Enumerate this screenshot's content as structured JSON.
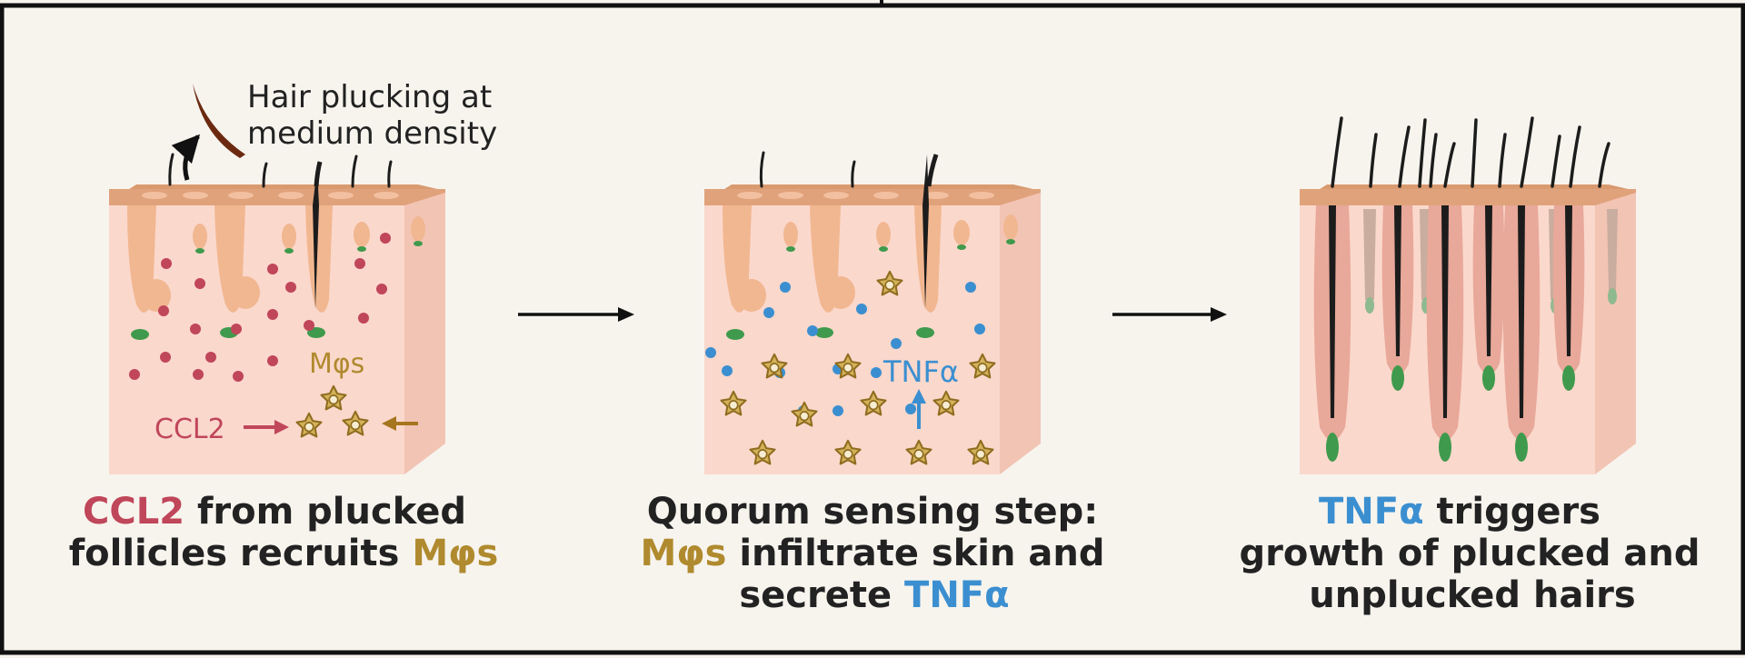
{
  "colors": {
    "background": "#f7f4ee",
    "frame": "#111111",
    "ccl2": "#c0465a",
    "macrophage": "#b08a2e",
    "tnfa": "#3b8fd0",
    "dark_text": "#222222",
    "skin_top": "#e0a27b",
    "skin_front": "#fbd8cc",
    "skin_side": "#f2c4b4",
    "follicle": "#f1b791",
    "papilla": "#3f9a4d"
  },
  "icons": [
    "hair-follicle-icon",
    "macrophage-icon",
    "arrow-right-icon",
    "curved-arrow-icon"
  ],
  "panel1": {
    "annotation_line1": "Hair plucking at",
    "annotation_line2": "medium density",
    "mphi_label": "Mφs",
    "ccl2_label": "CCL2",
    "caption": {
      "l1_a": "CCL2",
      "l1_b": " from plucked",
      "l2_a": "follicles recruits ",
      "l2_b": "Mφs"
    }
  },
  "panel2": {
    "tnfa_label": "TNFα",
    "caption": {
      "l1": "Quorum sensing step:",
      "l2_a": "Mφs",
      "l2_b": " infiltrate skin and",
      "l3_a": "secrete ",
      "l3_b": "TNFα"
    }
  },
  "panel3": {
    "caption": {
      "l1_a": "TNFα",
      "l1_b": " triggers",
      "l2": "growth of plucked and",
      "l3": "unplucked hairs"
    }
  }
}
